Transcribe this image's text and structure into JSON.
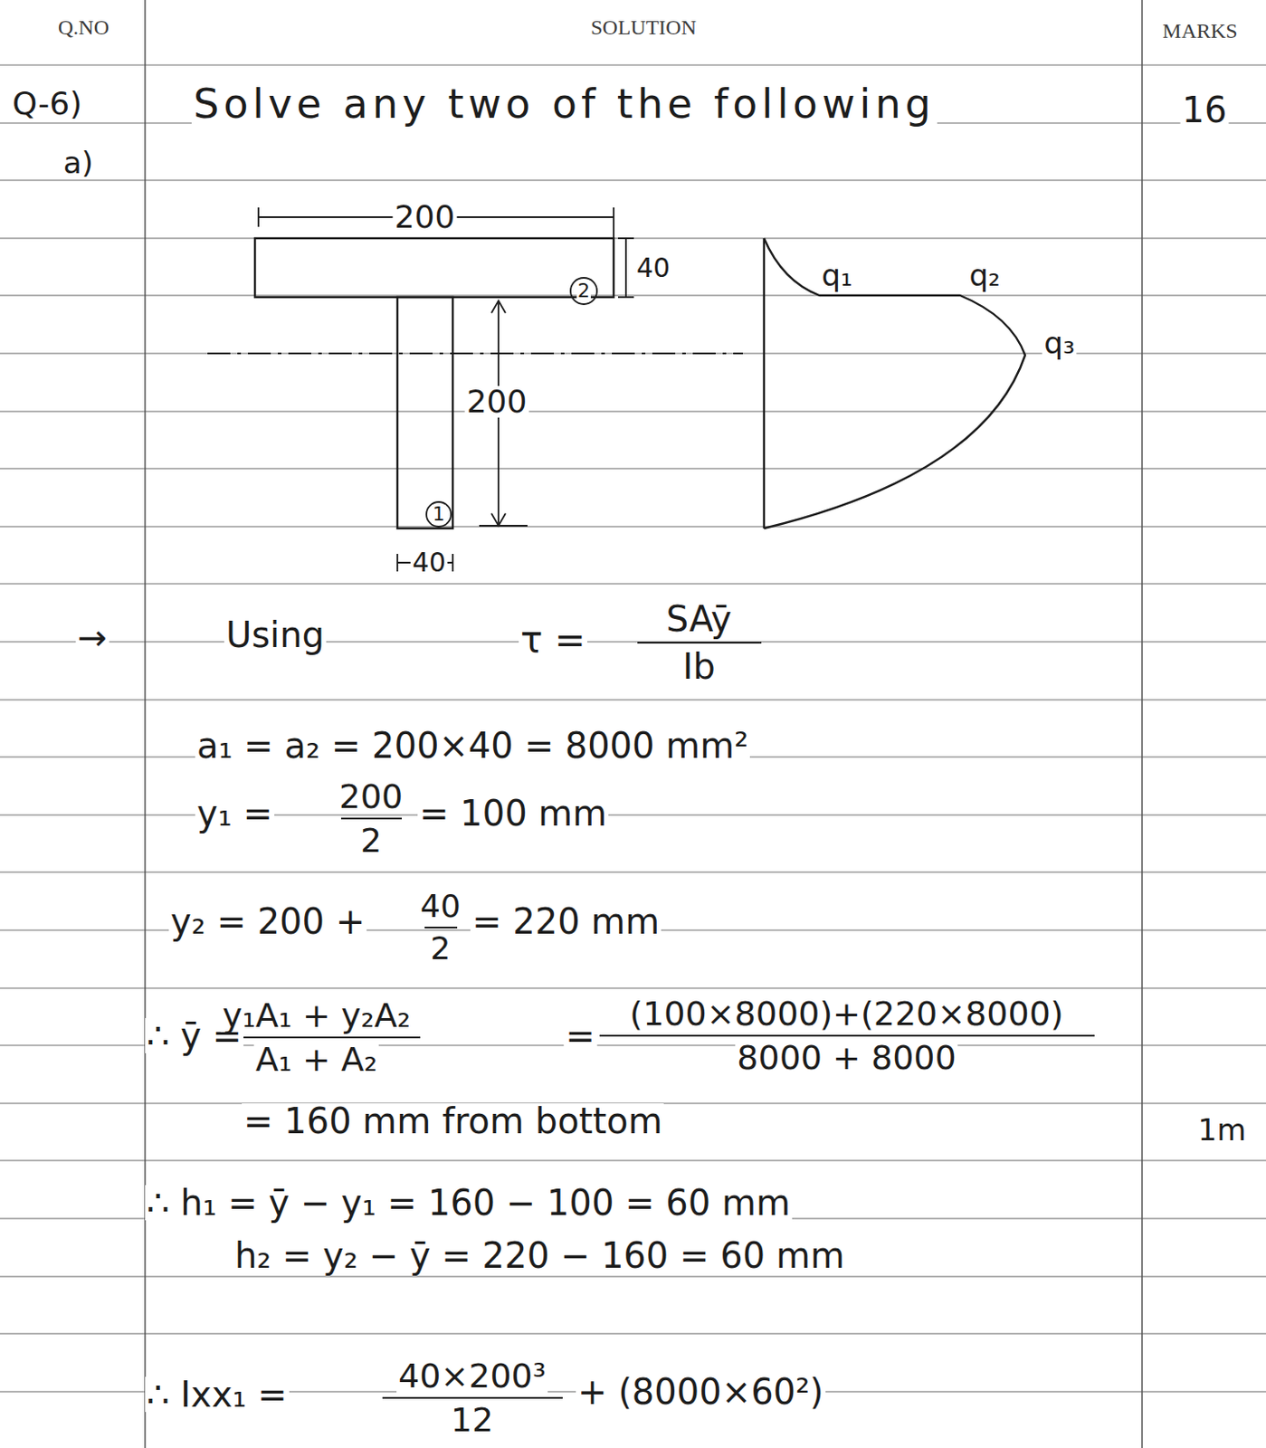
{
  "diagram": {
    "labels": [
      "Q.NO",
      "SOLUTION",
      "MARKS",
      "Q-6)",
      "Solve any two of the following",
      "16",
      "a)",
      "200",
      "40",
      "2",
      "200",
      "1",
      "40",
      "q₁",
      "q₂",
      "q₃",
      "→",
      "Using",
      "τ =",
      "SAȳ",
      "Ib",
      "a₁ = a₂ = 200×40 = 8000 mm²",
      "y₁ =",
      "200",
      "2",
      "= 100 mm",
      "y₂ = 200 +",
      "40",
      "2",
      "= 220 mm",
      "∴ ȳ =",
      "y₁A₁ + y₂A₂",
      "A₁ + A₂",
      "=",
      "(100×8000)+(220×8000)",
      "8000 + 8000",
      "= 160 mm from bottom",
      "1m",
      "∴ h₁ = ȳ − y₁ = 160 − 100 = 60 mm",
      "h₂ = y₂ − ȳ = 220 − 160 = 60 mm",
      "∴ Ixx₁ =",
      "40×200³",
      "12",
      "+ (8000×60²)"
    ]
  }
}
